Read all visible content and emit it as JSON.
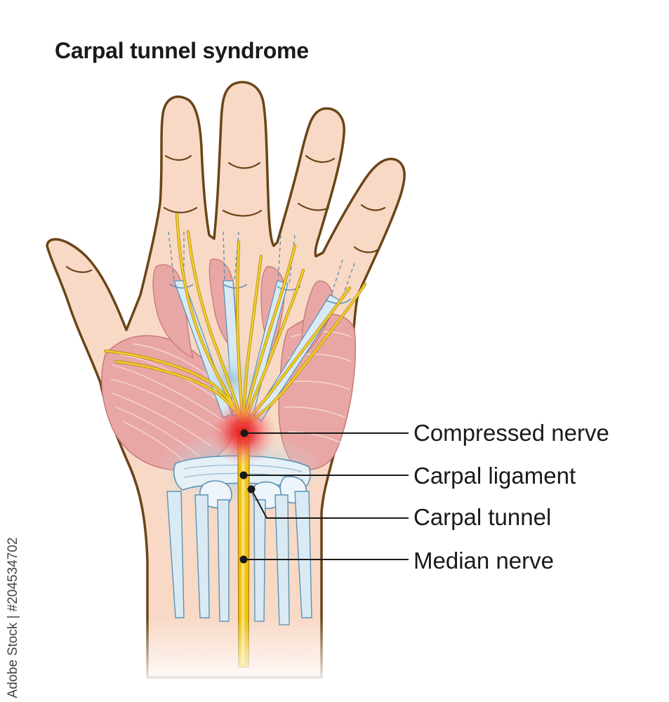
{
  "title": "Carpal tunnel syndrome",
  "labels": {
    "compressed_nerve": "Compressed nerve",
    "carpal_ligament": "Carpal ligament",
    "carpal_tunnel": "Carpal tunnel",
    "median_nerve": "Median nerve"
  },
  "stock_id": "Adobe Stock | #204534702",
  "colors": {
    "skin": "#f8d9c5",
    "outline": "#6b4418",
    "muscle": "#e8a0a0",
    "tendon": "#d9eaf4",
    "tendon_edge": "#5b93b5",
    "nerve": "#f2c315",
    "compression": "#e8141b"
  }
}
